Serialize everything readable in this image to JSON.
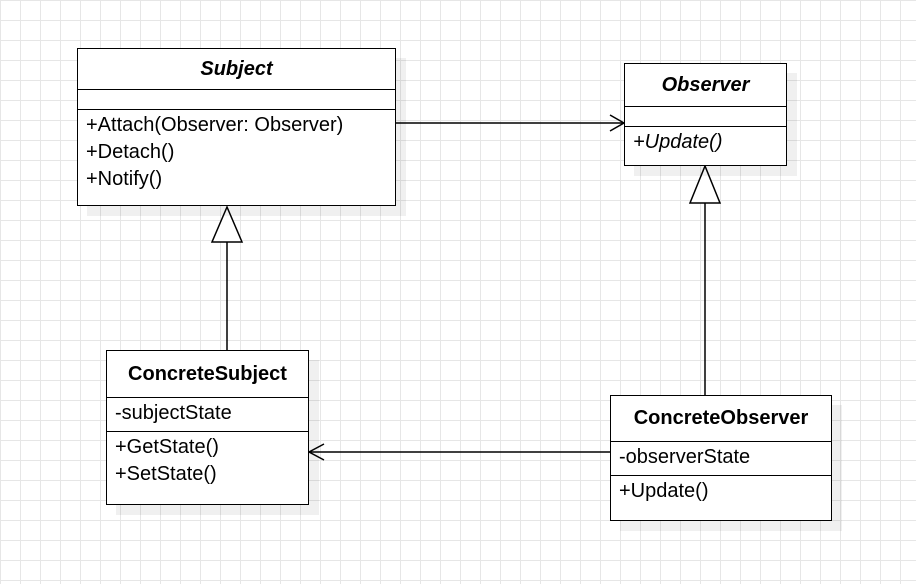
{
  "classes": {
    "subject": {
      "name": "Subject",
      "attributes": [],
      "operations": [
        "+Attach(Observer: Observer)",
        "+Detach()",
        "+Notify()"
      ]
    },
    "observer": {
      "name": "Observer",
      "attributes": [],
      "operations": [
        "+Update()"
      ]
    },
    "concrete_subject": {
      "name": "ConcreteSubject",
      "attributes": [
        "-subjectState"
      ],
      "operations": [
        "+GetState()",
        "+SetState()"
      ]
    },
    "concrete_observer": {
      "name": "ConcreteObserver",
      "attributes": [
        "-observerState"
      ],
      "operations": [
        "+Update()"
      ]
    }
  },
  "relationships": [
    {
      "type": "association",
      "from": "Subject",
      "to": "Observer"
    },
    {
      "type": "generalization",
      "from": "ConcreteSubject",
      "to": "Subject"
    },
    {
      "type": "generalization",
      "from": "ConcreteObserver",
      "to": "Observer"
    },
    {
      "type": "association",
      "from": "ConcreteObserver",
      "to": "ConcreteSubject"
    }
  ],
  "colors": {
    "grid": "#e6e6e6",
    "stroke": "#000000",
    "box_fill": "#ffffff"
  }
}
